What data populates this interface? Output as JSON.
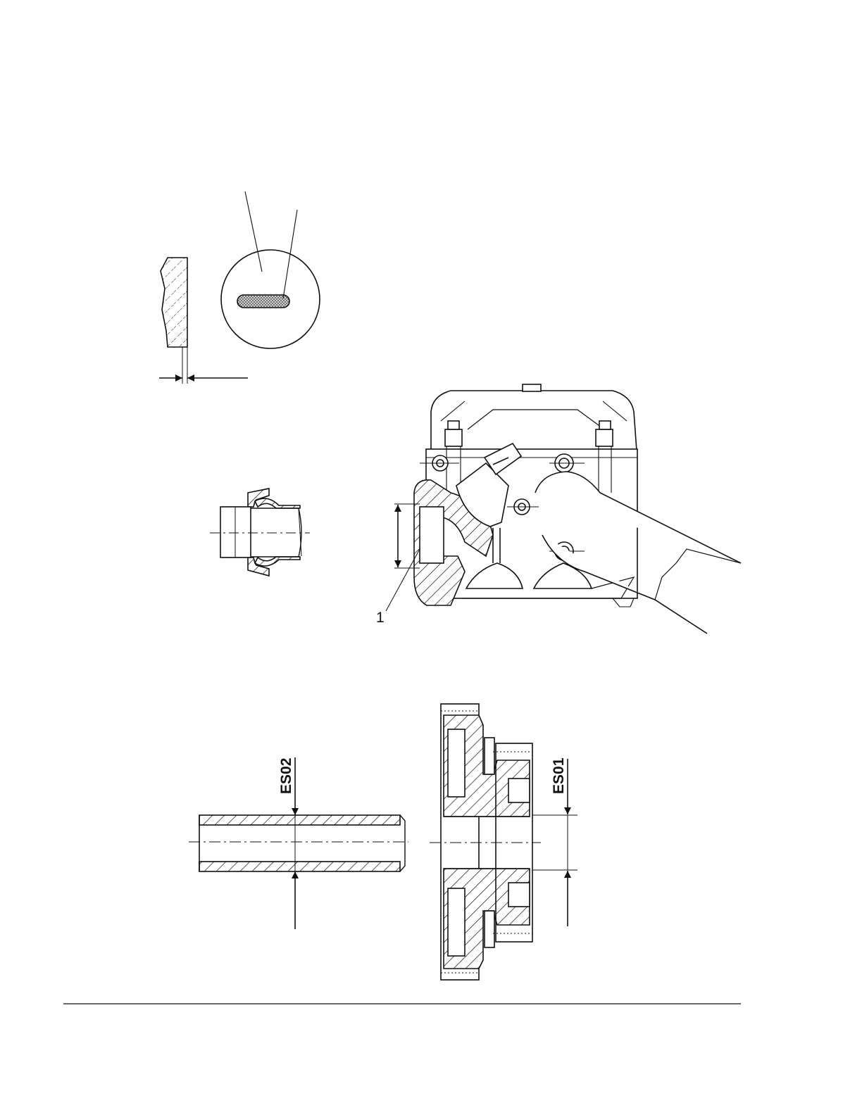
{
  "figure_callouts": {
    "valve_seat_callout": "1",
    "bushing_dimension": "ES02",
    "flange_dimension": "ES01"
  },
  "colors": {
    "line": "#111111",
    "paper": "#ffffff",
    "stipple": "#555555"
  }
}
